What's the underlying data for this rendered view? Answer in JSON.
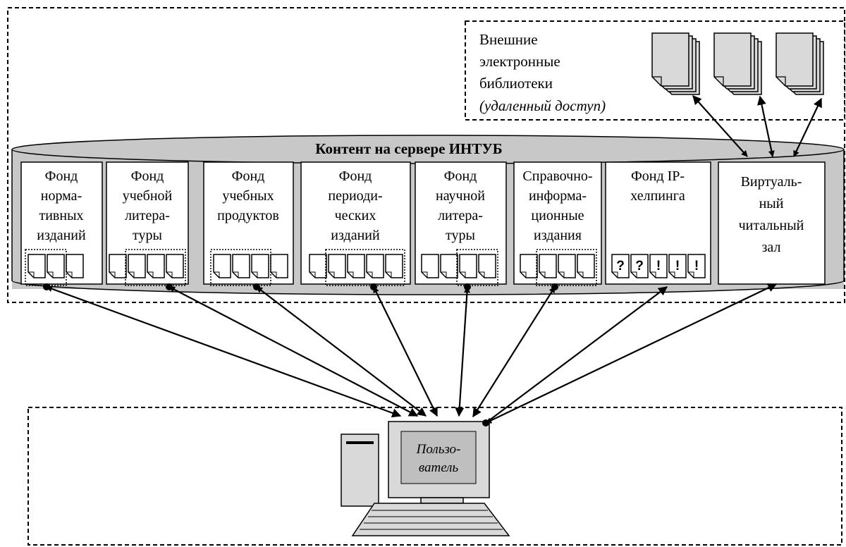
{
  "external_libraries": {
    "lines": [
      "Внешние",
      "электронные",
      "библиотеки"
    ],
    "note": "(удаленный доступ)"
  },
  "server": {
    "title": "Контент на сервере ИНТУБ",
    "funds": [
      {
        "lines": [
          "Фонд",
          "норма-",
          "тивных",
          "изданий"
        ]
      },
      {
        "lines": [
          "Фонд",
          "учебной",
          "литера-",
          "туры"
        ]
      },
      {
        "lines": [
          "Фонд",
          "учебных",
          "продуктов"
        ]
      },
      {
        "lines": [
          "Фонд",
          "периоди-",
          "ческих",
          "изданий"
        ]
      },
      {
        "lines": [
          "Фонд",
          "научной",
          "литера-",
          "туры"
        ]
      },
      {
        "lines": [
          "Справочно-",
          "информа-",
          "ционные",
          "издания"
        ]
      },
      {
        "lines": [
          "Фонд IP-",
          "хелпинга"
        ],
        "marks": [
          "?",
          "?",
          "!",
          "!",
          "!"
        ]
      },
      {
        "lines": [
          "Виртуаль-",
          "ный",
          "читальный",
          "зал"
        ]
      }
    ]
  },
  "user": {
    "lines": [
      "Пользо-",
      "ватель"
    ]
  },
  "colors": {
    "cylinder": "#c8c8c8",
    "doc_fill": "#d9d9d9",
    "line": "#000000"
  }
}
